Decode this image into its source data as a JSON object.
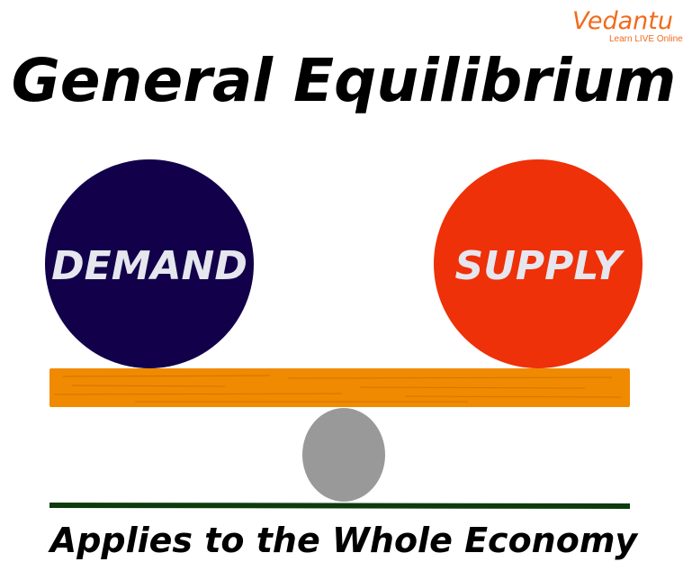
{
  "logo": {
    "brand": "Vedantu",
    "tagline": "Learn LIVE Online"
  },
  "title": "General Equilibrium",
  "left_ball": {
    "label": "DEMAND",
    "color": "#12004a"
  },
  "right_ball": {
    "label": "SUPPLY",
    "color": "#ee3108"
  },
  "plank_color": "#f08a00",
  "fulcrum_color": "#999999",
  "ground_color": "#0d3b0d",
  "caption": "Applies to the Whole Economy"
}
